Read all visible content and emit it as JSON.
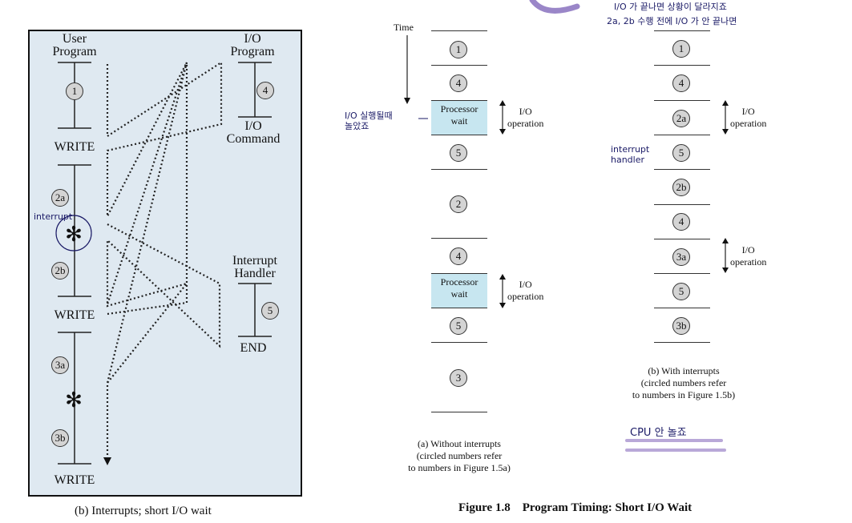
{
  "left_diagram": {
    "user_program_label": "User\nProgram",
    "io_program_label": "I/O\nProgram",
    "io_command_label": "I/O\nCommand",
    "interrupt_handler_label": "Interrupt\nHandler",
    "end_label": "END",
    "write_labels": [
      "WRITE",
      "WRITE",
      "WRITE"
    ],
    "steps": [
      "1",
      "4",
      "2a",
      "2b",
      "5",
      "3a",
      "3b"
    ],
    "asterisk": "✻",
    "caption": "(b) Interrupts; short I/O wait",
    "handwritten_interrupt": "interrupt"
  },
  "timing_a": {
    "time_label": "Time",
    "steps": [
      "1",
      "4",
      "5",
      "2",
      "4",
      "5",
      "3"
    ],
    "processor_wait": "Processor\nwait",
    "io_operation": "I/O\noperation",
    "caption": "(a) Without interrupts\n(circled numbers refer\nto numbers in Figure 1.5a)",
    "handwritten_note": "I/O 실행될때\n놀았죠"
  },
  "timing_b": {
    "steps": [
      "1",
      "4",
      "2a",
      "5",
      "2b",
      "4",
      "3a",
      "5",
      "3b"
    ],
    "io_operation": "I/O\noperation",
    "caption": "(b) With interrupts\n(circled numbers refer\nto numbers in Figure 1.5b)",
    "handwritten_handler": "interrupt\nhandler",
    "handwritten_cpu": "CPU 안 놀죠",
    "handwritten_top_1": "I/O 가 끝나면 상황이 달라지죠",
    "handwritten_top_2": "2a, 2b 수행 전에 I/O 가 안 끝나면"
  },
  "figure_title": "Figure 1.8    Program Timing: Short I/O Wait",
  "colors": {
    "panel_bg": "#dfe9f1",
    "processor_wait_bg": "#c7e6f0",
    "circle_fill": "#d4d4d4",
    "highlight_purple": "#b9a8d8"
  }
}
